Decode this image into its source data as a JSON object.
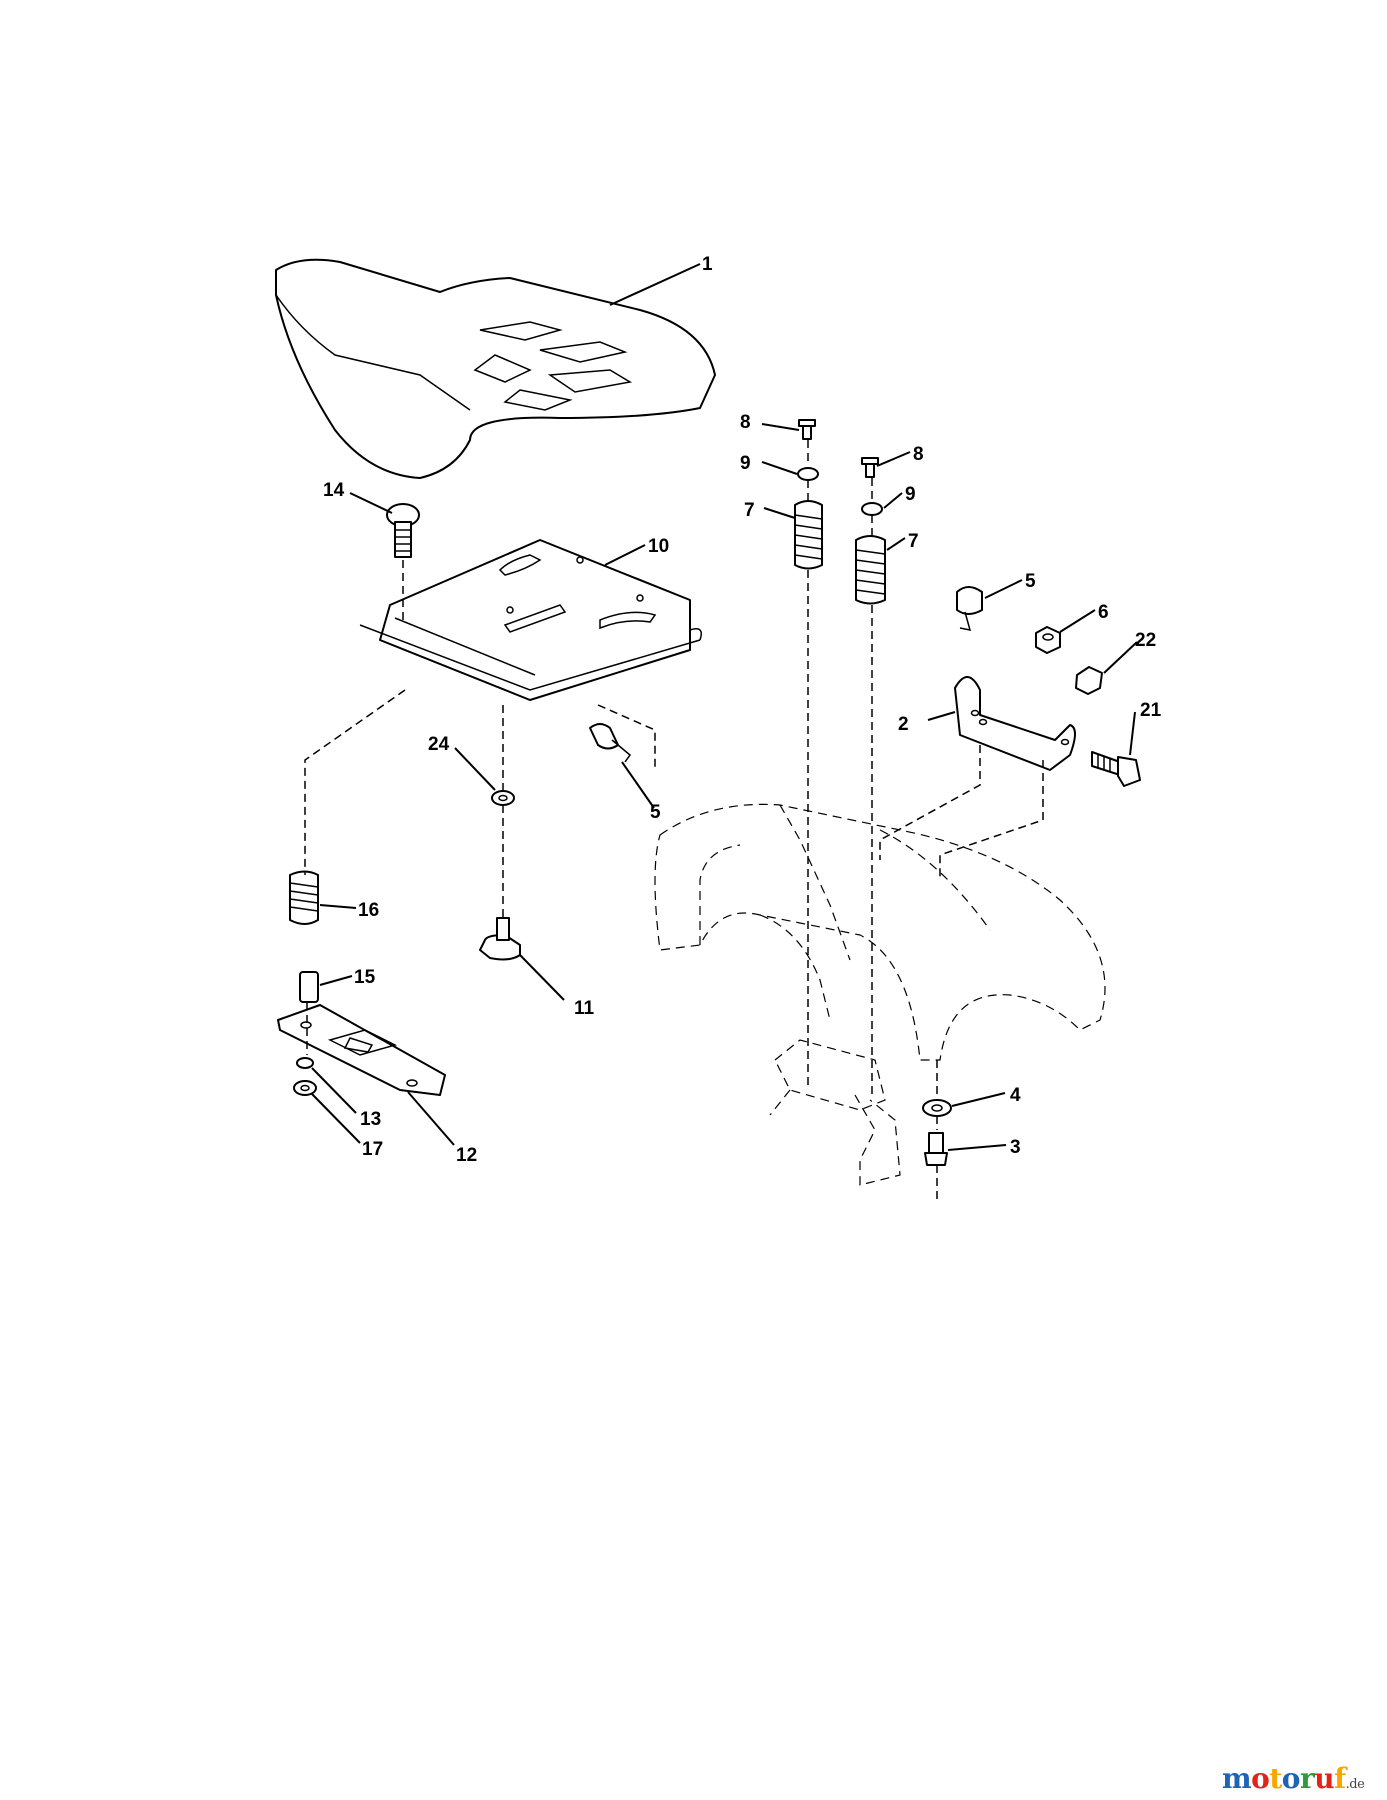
{
  "diagram": {
    "callouts": {
      "c1": "1",
      "c2": "2",
      "c3": "3",
      "c4": "4",
      "c5a": "5",
      "c5b": "5",
      "c6": "6",
      "c7a": "7",
      "c7b": "7",
      "c8a": "8",
      "c8b": "8",
      "c9a": "9",
      "c9b": "9",
      "c10": "10",
      "c11": "11",
      "c12": "12",
      "c13": "13",
      "c14": "14",
      "c15": "15",
      "c16": "16",
      "c17": "17",
      "c21": "21",
      "c22": "22",
      "c24": "24"
    }
  },
  "watermark": {
    "brand_letters": [
      "m",
      "o",
      "t",
      "o",
      "r",
      "u",
      "f"
    ],
    "brand_colors": [
      "#1f63b7",
      "#e2231a",
      "#f7a800",
      "#1f63b7",
      "#2e9a3e",
      "#e2231a",
      "#f7a800"
    ],
    "suffix": ".de"
  }
}
